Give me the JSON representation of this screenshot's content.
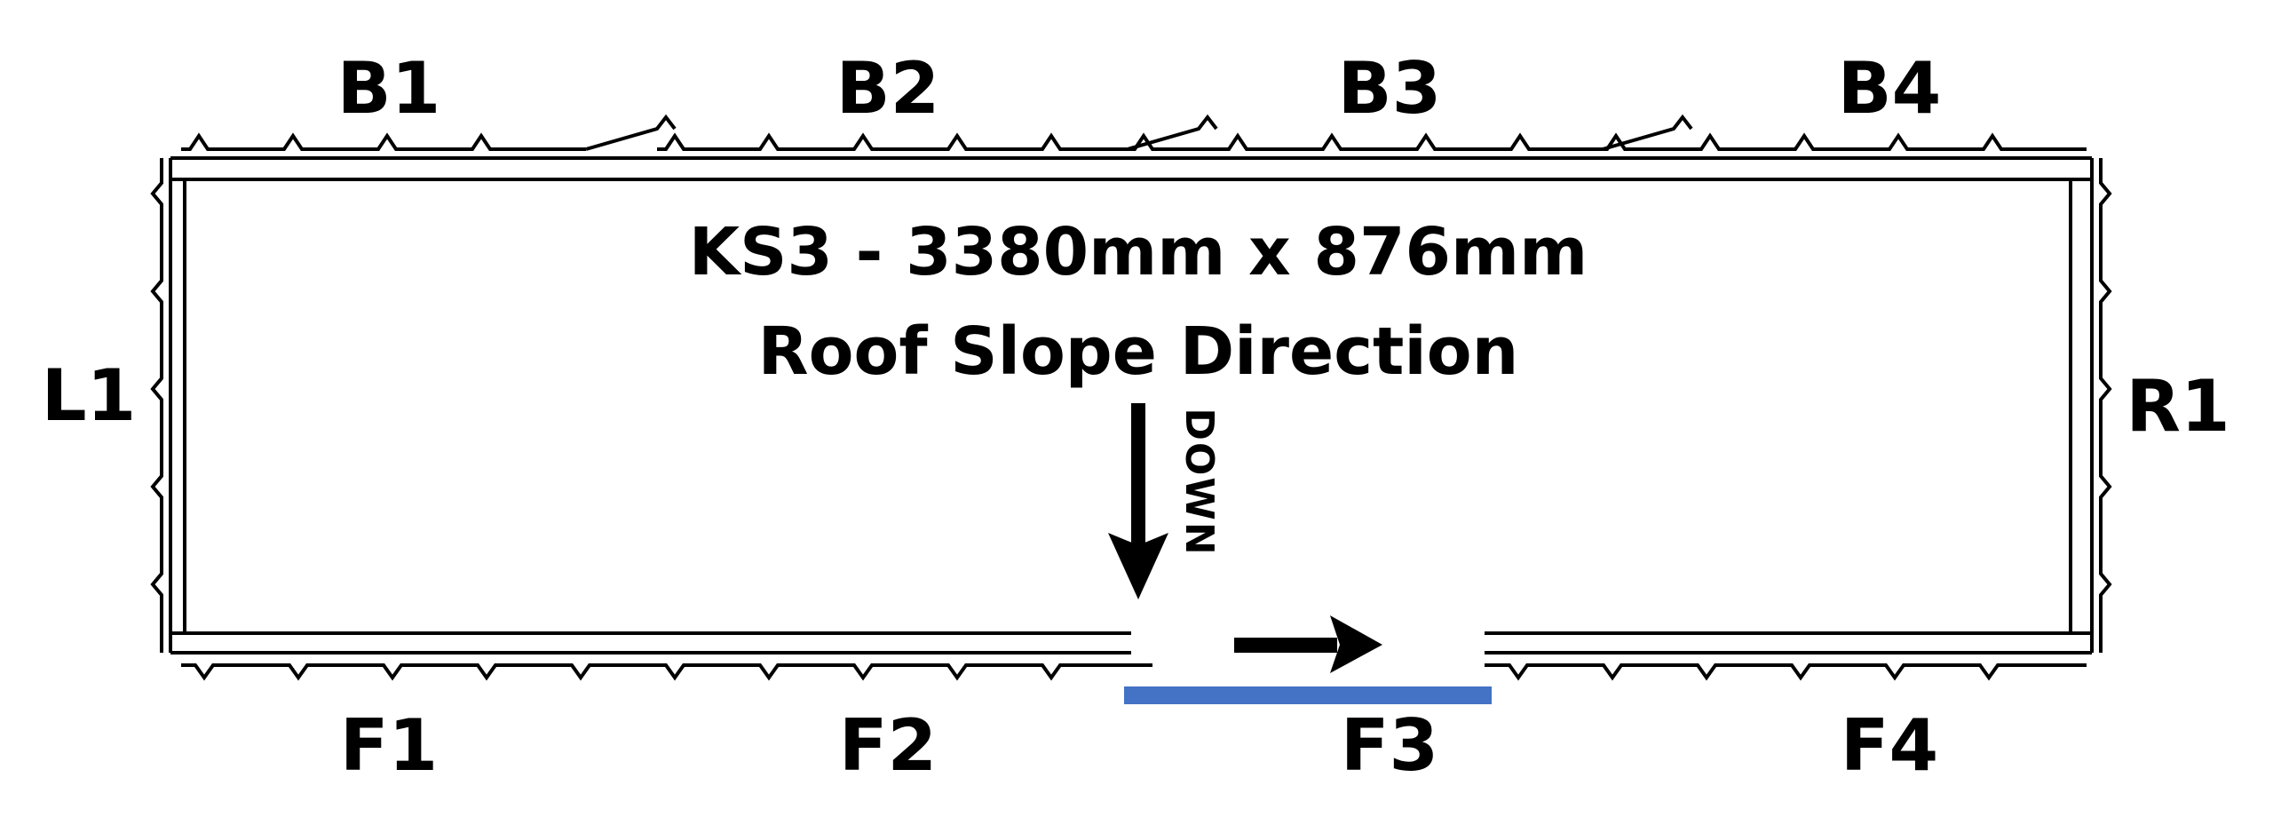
{
  "title": "KS3 - 3380mm x 876mm",
  "subtitle": "Roof Slope Direction",
  "slope_label": "DOWN",
  "back_labels": [
    "B1",
    "B2",
    "B3",
    "B4"
  ],
  "front_labels": [
    "F1",
    "F2",
    "F3",
    "F4"
  ],
  "left_label": "L1",
  "right_label": "R1",
  "highlighted_section": "F3",
  "colors": {
    "line": "#000000",
    "highlight": "#4472C4"
  }
}
